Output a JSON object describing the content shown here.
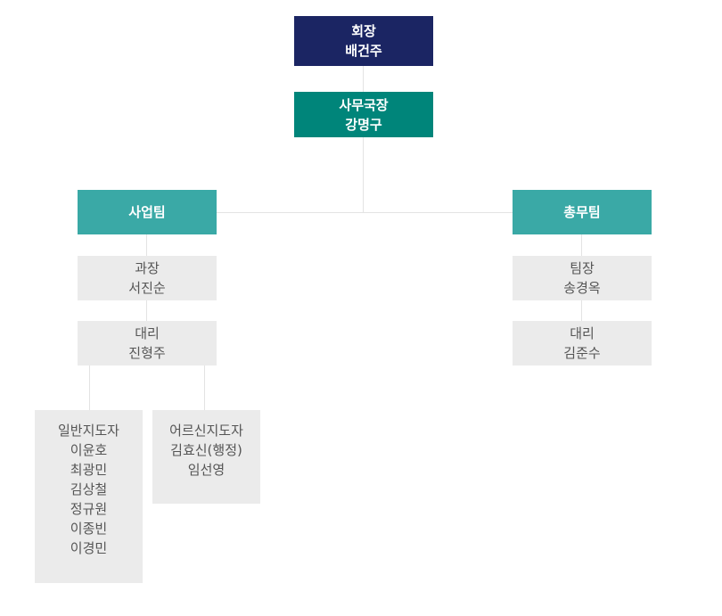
{
  "chairman": {
    "title": "회장",
    "name": "배건주"
  },
  "secretary": {
    "title": "사무국장",
    "name": "강명구"
  },
  "business_team": {
    "label": "사업팀",
    "manager": {
      "title": "과장",
      "name": "서진순"
    },
    "assistant": {
      "title": "대리",
      "name": "진형주"
    },
    "general_coaches": {
      "title": "일반지도자",
      "names": [
        "이윤호",
        "최광민",
        "김상철",
        "정규원",
        "이종빈",
        "이경민"
      ]
    },
    "senior_coaches": {
      "title": "어르신지도자",
      "names": [
        "김효신(행정)",
        "임선영"
      ]
    }
  },
  "admin_team": {
    "label": "총무팀",
    "leader": {
      "title": "팀장",
      "name": "송경옥"
    },
    "assistant": {
      "title": "대리",
      "name": "김준수"
    }
  },
  "colors": {
    "navy": "#1b2563",
    "teal": "#00857a",
    "light_teal": "#3aa9a6",
    "gray": "#ebebeb"
  }
}
